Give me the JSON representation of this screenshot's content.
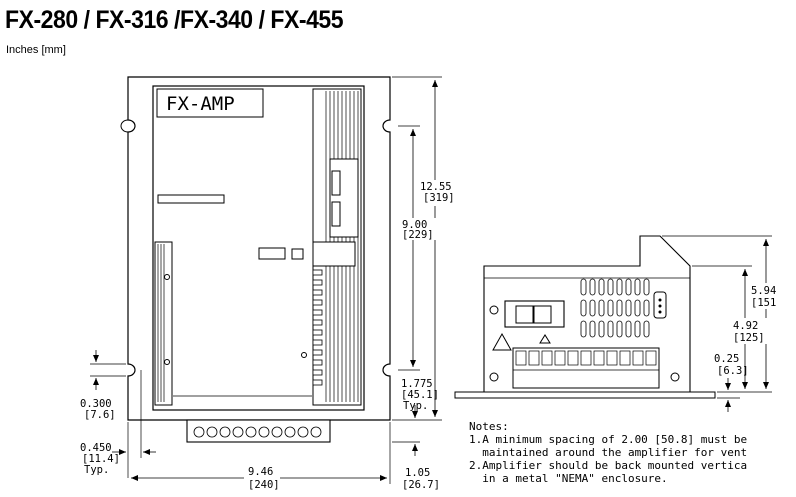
{
  "title": "FX-280 / FX-316 /FX-340 / FX-455",
  "units_note": "Inches [mm]",
  "front_view": {
    "panel_label": "FX-AMP",
    "dimensions": {
      "height_overall": {
        "in": "12.55",
        "mm": "[319]"
      },
      "hole_spacing": {
        "in": "9.00",
        "mm": "[229]"
      },
      "slot_offset": {
        "in": "1.775",
        "mm": "[45.1]",
        "note": "Typ."
      },
      "slot_height": {
        "in": "0.300",
        "mm": "[7.6]"
      },
      "slot_inset": {
        "in": "0.450",
        "mm": "[11.4]",
        "note": "Typ."
      },
      "width_overall": {
        "in": "9.46",
        "mm": "[240]"
      },
      "terminal_depth": {
        "in": "1.05",
        "mm": "[26.7]"
      }
    }
  },
  "side_view": {
    "dimensions": {
      "height_overall": {
        "in": "5.94",
        "mm": "[151"
      },
      "height_body": {
        "in": "4.92",
        "mm": "[125]"
      },
      "flange": {
        "in": "0.25",
        "mm": "[6.3]"
      }
    }
  },
  "notes": {
    "heading": "Notes:",
    "lines": [
      "1.A minimum spacing of 2.00 [50.8] must be",
      "  maintained around the amplifier for vent",
      "2.Amplifier should be back mounted vertica",
      "  in a metal \"NEMA\" enclosure."
    ]
  }
}
